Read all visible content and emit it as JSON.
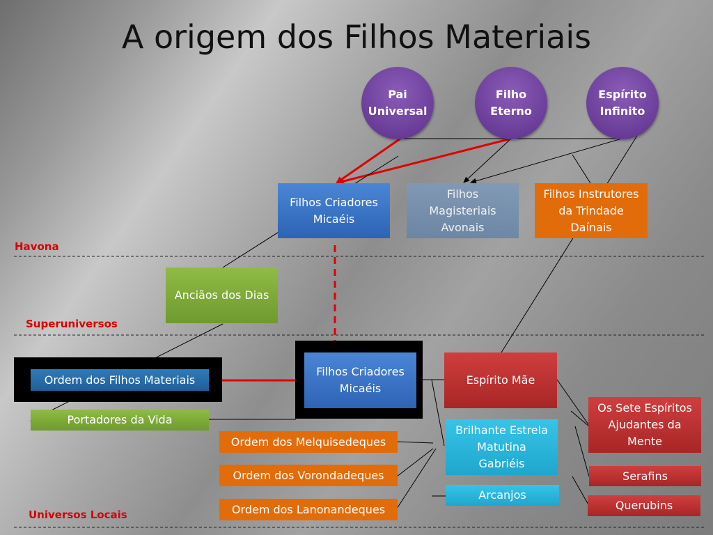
{
  "title": "A origem dos Filhos Materiais",
  "deities": {
    "pai": [
      "Pai",
      "Universal"
    ],
    "filho": [
      "Filho",
      "Eterno"
    ],
    "espirito": [
      "Espírito",
      "Infinito"
    ]
  },
  "regions": {
    "havona": "Havona",
    "superuniversos": "Superuniversos",
    "universos_locais": "Universos Locais"
  },
  "nodes": {
    "criadores_top": [
      "Filhos Criadores",
      "Micaéis"
    ],
    "magisteriais": [
      "Filhos",
      "Magisteriais",
      "Avonais"
    ],
    "instrutores": [
      "Filhos Instrutores",
      "da Trindade",
      "Daínais"
    ],
    "ancioes": "Anciãos dos Dias",
    "criadores_local": [
      "Filhos Criadores",
      "Micaéis"
    ],
    "ordem_materiais": "Ordem dos Filhos Materiais",
    "portadores": "Portadores da Vida",
    "espirito_mae": "Espírito Mãe",
    "brilhante": [
      "Brilhante Estrela",
      "Matutina",
      "Gabriéis"
    ],
    "arcanjos": "Arcanjos",
    "melquisedeques": "Ordem dos Melquisedeques",
    "vorondadeques": "Ordem dos Vorondadeques",
    "lanonandeques": "Ordem dos Lanonandeques",
    "sete_espiritos": [
      "Os Sete Espíritos",
      "Ajudantes da",
      "Mente"
    ],
    "serafins": "Serafins",
    "querubins": "Querubins"
  },
  "colors": {
    "deity_purple": "#6a3d98",
    "blue": "#2e63b4",
    "slate": "#6684a7",
    "orange": "#e36c0a",
    "green": "#78a434",
    "teal": "#1fa6cc",
    "red": "#b02a2a",
    "arrow_red": "#e00000",
    "region_label": "#d60000"
  }
}
